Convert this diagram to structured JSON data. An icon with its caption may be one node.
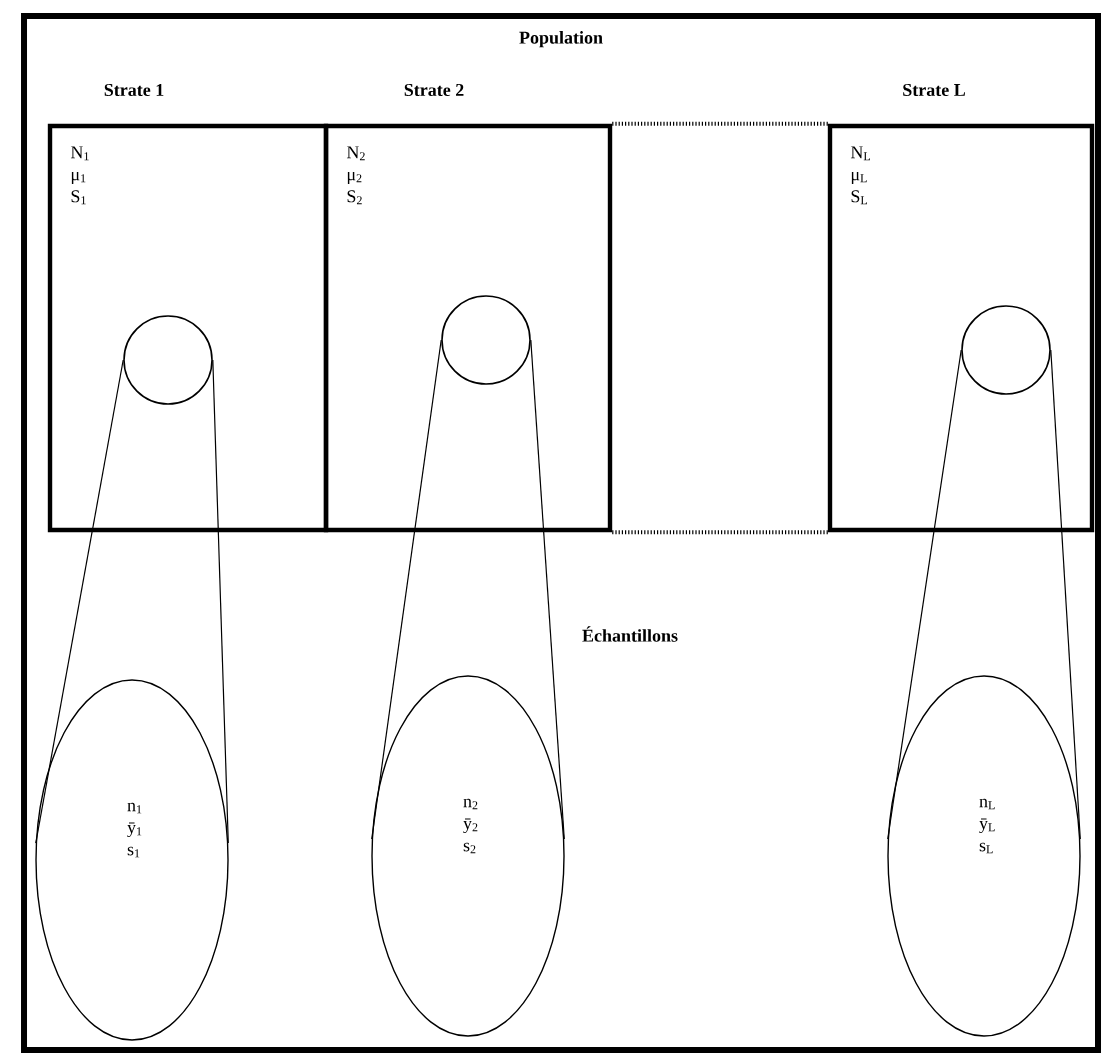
{
  "diagram": {
    "nodes": [
      {
        "text": [
          "Population"
        ]
      },
      {
        "text": [
          "Strate 1",
          "N$_{1}$ μ$_{1}$ S$_{1}$"
        ],
        "in": 0
      },
      {
        "text": [],
        "shape": "circle",
        "in": 1
      },
      {
        "text": [
          "Strate 2",
          "N$_{2}$ μ$_{2}$ S$_{2}$"
        ],
        "in": 0
      },
      {
        "text": [],
        "shape": "circle",
        "in": 3
      },
      {
        "text": [
          "Strate L",
          "N$_{L}$ μ$_{L}$ S$_{L}$"
        ],
        "in": 0
      },
      {
        "text": [],
        "shape": "circle",
        "in": 5
      },
      {
        "text": [
          "n$_{1}$ ȳ$_{1}$ s$_{1}$"
        ],
        "in": 0
      },
      {
        "text": [
          "n$_{2}$ ȳ$_{2}$ s$_{2}$"
        ],
        "in": 0
      },
      {
        "text": [
          "n$_{L}$ ȳ$_{L}$ s$_{L}$"
        ],
        "in": 0
      }
    ],
    "edges": [
      {
        "from": 2,
        "to": 7,
        "arrow": "none"
      },
      {
        "from": 2,
        "to": 7,
        "arrow": "none"
      },
      {
        "from": 4,
        "to": 8,
        "arrow": "none"
      },
      {
        "from": 4,
        "to": 8,
        "arrow": "none"
      },
      {
        "from": 6,
        "to": 9,
        "arrow": "none"
      },
      {
        "from": 6,
        "to": 9,
        "arrow": "none"
      },
      {
        "from": 3,
        "to": 5,
        "arrow": "none",
        "style": "dashed"
      },
      {
        "from": 3,
        "to": 5,
        "arrow": "none",
        "style": "dashed"
      }
    ],
    "labels": [
      "Échantillons"
    ]
  }
}
